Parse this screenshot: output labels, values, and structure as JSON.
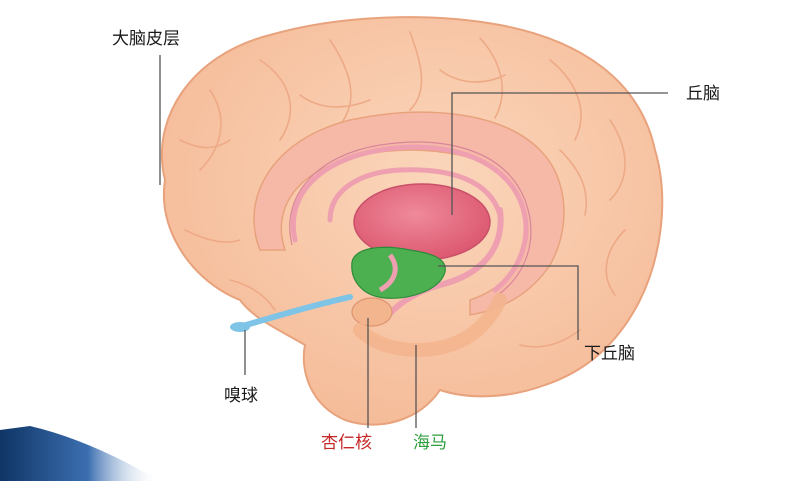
{
  "labels": {
    "cortex": "大脑皮层",
    "thalamus": "丘脑",
    "hypothalamus": "下丘脑",
    "olfactory_bulb": "嗅球",
    "amygdala": "杏仁核",
    "hippocampus": "海马"
  },
  "colors": {
    "background": "#ffffff",
    "brain_fill": "#f9c9a6",
    "brain_outline": "#e8a27c",
    "limbic_pink": "#f0a3b2",
    "thalamus": "#e6667c",
    "hypothalamus": "#4caf50",
    "amygdala": "#f3b58e",
    "olfactory": "#7ec4e6",
    "amygdala_label": "#c62828",
    "hippocampus_label": "#2e9d3c",
    "leader_line": "#555555",
    "accent_bar": "#1f4e8a"
  }
}
